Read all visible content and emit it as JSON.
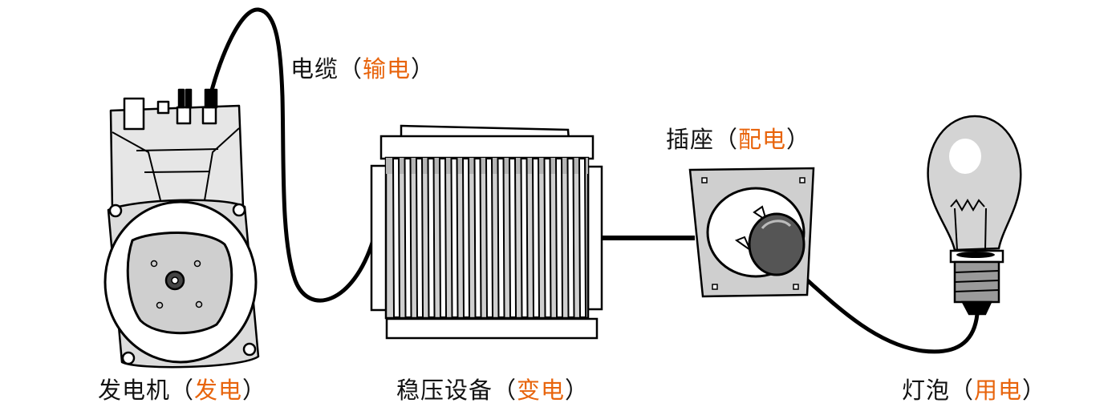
{
  "diagram": {
    "type": "power-supply-chain",
    "accent_color": "#e8640c",
    "stages": [
      {
        "id": "generator",
        "name": "发电机",
        "open": "（",
        "role": "发电",
        "close": "）",
        "icon": "generator-icon"
      },
      {
        "id": "cable",
        "name": "电缆",
        "open": "（",
        "role": "输电",
        "close": "）",
        "icon": "cable-icon"
      },
      {
        "id": "regulator",
        "name": "稳压设备",
        "open": "（",
        "role": "变电",
        "close": "）",
        "icon": "transformer-icon"
      },
      {
        "id": "socket",
        "name": "插座",
        "open": "（",
        "role": "配电",
        "close": "）",
        "icon": "socket-icon"
      },
      {
        "id": "bulb",
        "name": "灯泡",
        "open": "（",
        "role": "用电",
        "close": "）",
        "icon": "light-bulb-icon"
      }
    ]
  }
}
